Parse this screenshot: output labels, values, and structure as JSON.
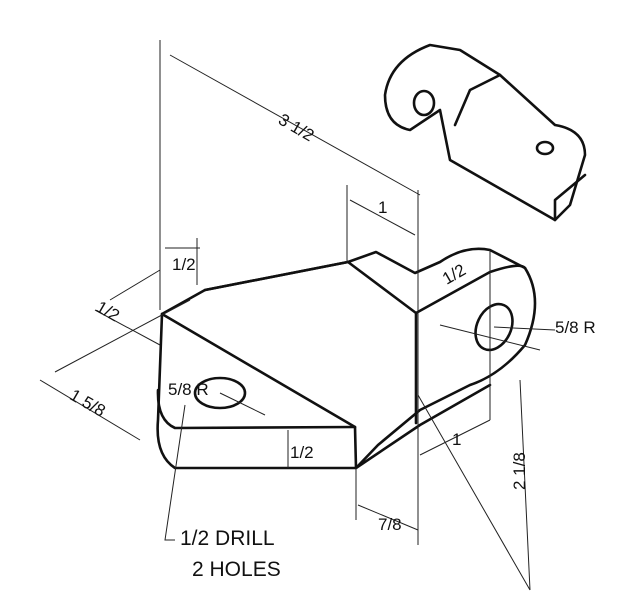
{
  "drawing": {
    "dimensions": {
      "overall_length": "3 1/2",
      "top_step_length": "1",
      "left_wall_thickness": "1/2",
      "left_top_width": "1/2",
      "left_hole_radius": "5/8 R",
      "left_hole_offset": "1 5/8",
      "base_thickness": "1/2",
      "right_boss_width": "1/2",
      "right_hole_radius": "5/8 R",
      "right_boss_length": "1",
      "bottom_offset": "7/8",
      "overall_height": "2 1/8"
    },
    "note": {
      "line1": "1/2 DRILL",
      "line2": "2 HOLES"
    }
  }
}
